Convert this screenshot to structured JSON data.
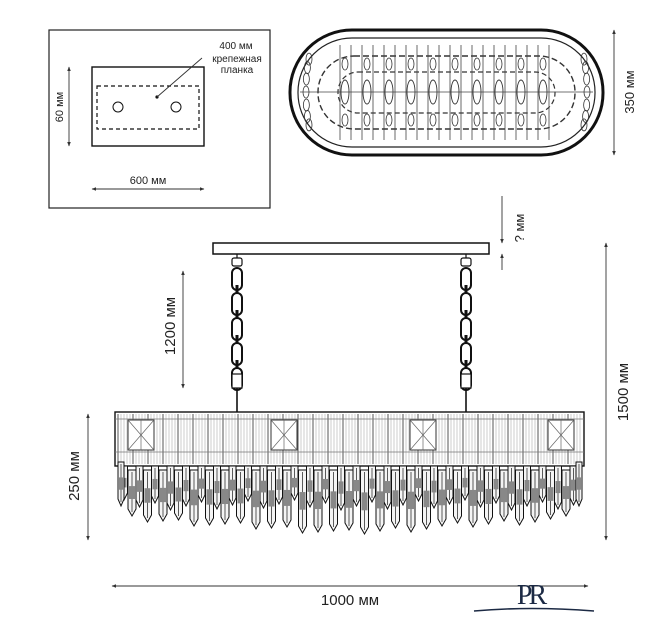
{
  "inset": {
    "depth": "60 мм",
    "width": "600 мм",
    "bracket_length": "400 мм",
    "bracket_label_line1": "крепежная",
    "bracket_label_line2": "планка"
  },
  "top_view": {
    "depth": "350 мм"
  },
  "front_view": {
    "canopy_height": "? мм",
    "chain_length": "1200 мм",
    "total_height": "1500 мм",
    "body_height": "250 мм",
    "width": "1000 мм"
  },
  "logo": {
    "text": "PR"
  }
}
